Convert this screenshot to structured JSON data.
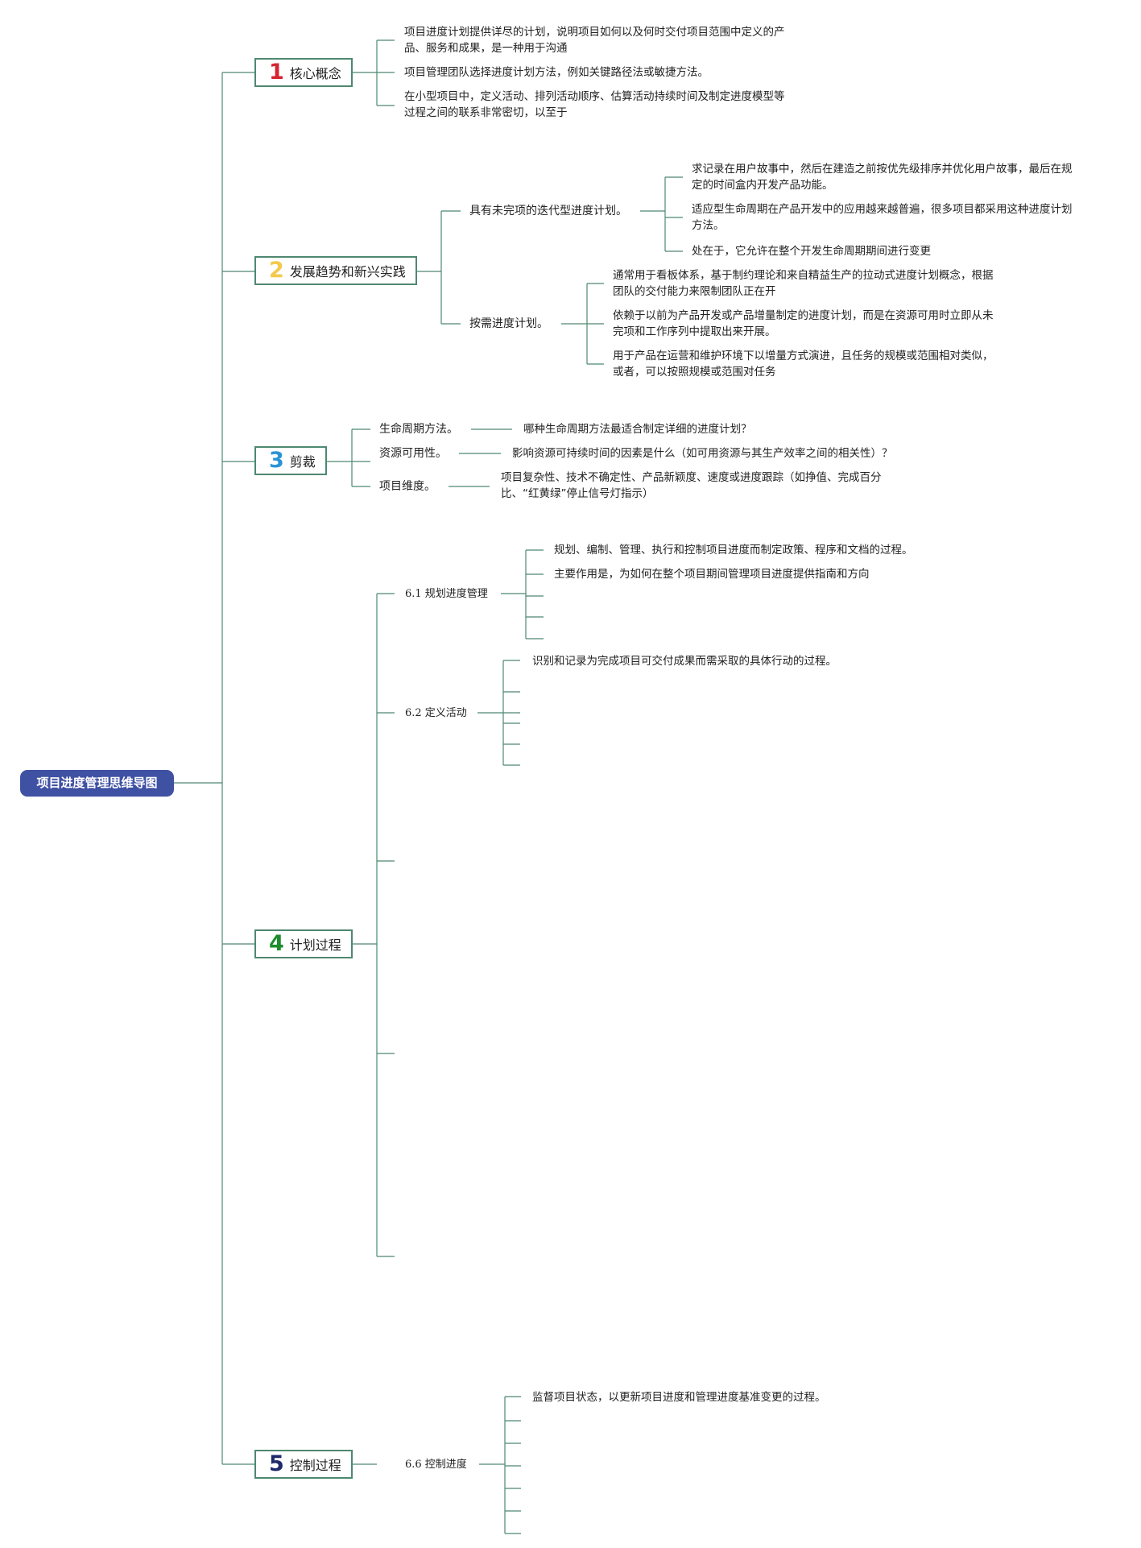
{
  "root": {
    "label": "项目进度管理思维导图"
  },
  "colors": {
    "root_bg": "#3f51a3",
    "line": "#4e8870",
    "num1": "#d62430",
    "num2": "#f2c94c",
    "num3": "#2a93d5",
    "num4": "#1e8c2e",
    "num5": "#1f2a6b"
  },
  "branches": [
    {
      "num": "1",
      "label": "核心概念",
      "items": [
        [
          "项目进度计划提供详尽的计划，说明项目如何以及何时交付项目范围中定义的产",
          "品、服务和成果，是一种用于沟通"
        ],
        [
          "项目管理团队选择进度计划方法，例如关键路径法或敏捷方法。"
        ],
        [
          "在小型项目中，定义活动、排列活动顺序、估算活动持续时间及制定进度模型等",
          "过程之间的联系非常密切，以至于"
        ]
      ]
    },
    {
      "num": "2",
      "label": "发展趋势和新兴实践",
      "subs": [
        {
          "label": "具有未完项的迭代型进度计划。",
          "items": [
            [
              "求记录在用户故事中，然后在建造之前按优先级排序并优化用户故事，最后在规",
              "定的时间盒内开发产品功能。"
            ],
            [
              "适应型生命周期在产品开发中的应用越来越普遍，很多项目都采用这种进度计划",
              "方法。"
            ],
            [
              "处在于，它允许在整个开发生命周期期间进行变更"
            ]
          ]
        },
        {
          "label": "按需进度计划。",
          "items": [
            [
              "通常用于看板体系，基于制约理论和来自精益生产的拉动式进度计划概念，根据",
              "团队的交付能力来限制团队正在开"
            ],
            [
              "依赖于以前为产品开发或产品增量制定的进度计划，而是在资源可用时立即从未",
              "完项和工作序列中提取出来开展。"
            ],
            [
              "用于产品在运营和维护环境下以增量方式演进，且任务的规模或范围相对类似，",
              "或者，可以按照规模或范围对任务"
            ]
          ]
        }
      ]
    },
    {
      "num": "3",
      "label": "剪裁",
      "subs": [
        {
          "label": "生命周期方法。",
          "items": [
            [
              "哪种生命周期方法最适合制定详细的进度计划？"
            ]
          ]
        },
        {
          "label": "资源可用性。",
          "items": [
            [
              "影响资源可持续时间的因素是什么（如可用资源与其生产效率之间的相关性）？"
            ]
          ]
        },
        {
          "label": "项目维度。",
          "items": [
            [
              "项目复杂性、技术不确定性、产品新颖度、速度或进度跟踪（如挣值、完成百分",
              "比、“红黄绿”停止信号灯指示）"
            ]
          ]
        }
      ]
    },
    {
      "num": "4",
      "label": "计划过程",
      "subs": [
        {
          "label": "6.1 规划进度管理",
          "items": [
            [
              "规划、编制、管理、执行和控制项目进度而制定政策、程序和文档的过程。"
            ],
            [
              "主要作用是，为如何在整个项目期间管理项目进度提供指南和方向"
            ]
          ]
        },
        {
          "label": "6.2 定义活动",
          "items": [
            [
              "识别和记录为完成项目可交付成果而需采取的具体行动的过程。"
            ]
          ]
        }
      ]
    },
    {
      "num": "5",
      "label": "控制过程",
      "subs": [
        {
          "label": "6.6 控制进度",
          "items": [
            [
              "监督项目状态，以更新项目进度和管理进度基准变更的过程。"
            ]
          ]
        }
      ]
    }
  ]
}
